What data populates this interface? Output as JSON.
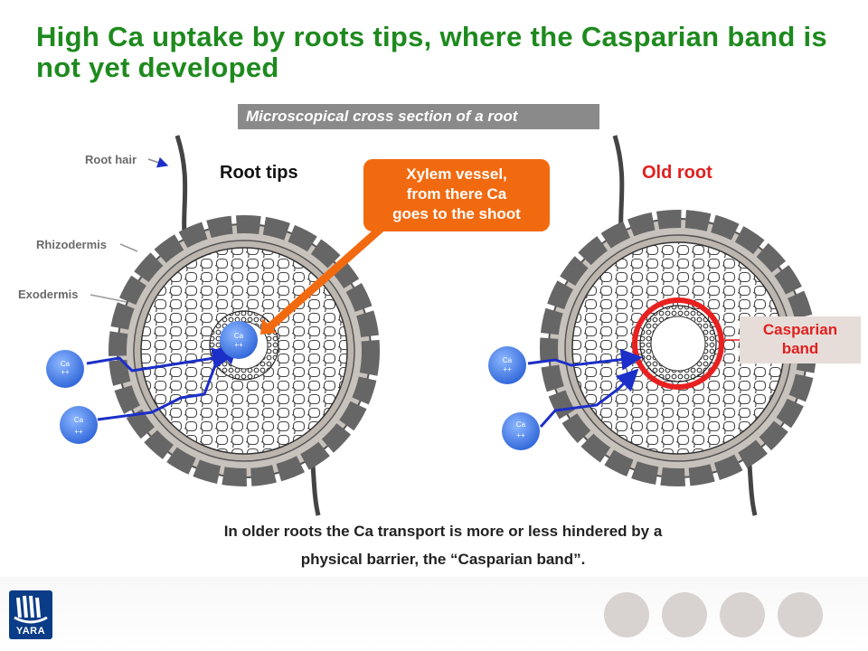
{
  "title": "High Ca uptake by roots tips, where the Casparian band is not yet developed",
  "subtitle": "Microscopical cross section of a root",
  "labels": {
    "root_hair": "Root hair",
    "rhizodermis": "Rhizodermis",
    "exodermis": "Exodermis"
  },
  "left_panel": {
    "heading": "Root tips"
  },
  "right_panel": {
    "heading": "Old root"
  },
  "callouts": {
    "xylem_line1": "Xylem vessel,",
    "xylem_line2": "from there Ca",
    "xylem_line3": "goes to the shoot",
    "casparian_line1": "Casparian",
    "casparian_line2": "band"
  },
  "ion": {
    "line1": "Ca",
    "line2": "++"
  },
  "caption": {
    "line1": "In older roots the Ca transport is more or less hindered by a",
    "line2": "physical barrier, the “Casparian band”."
  },
  "logo": {
    "text": "YARA"
  },
  "colors": {
    "title": "#1e8a1e",
    "xylem_box": "#f26a10",
    "casparian_ring": "#e82020",
    "ion": "#3a7be8",
    "arrow": "#1c2fc8"
  }
}
